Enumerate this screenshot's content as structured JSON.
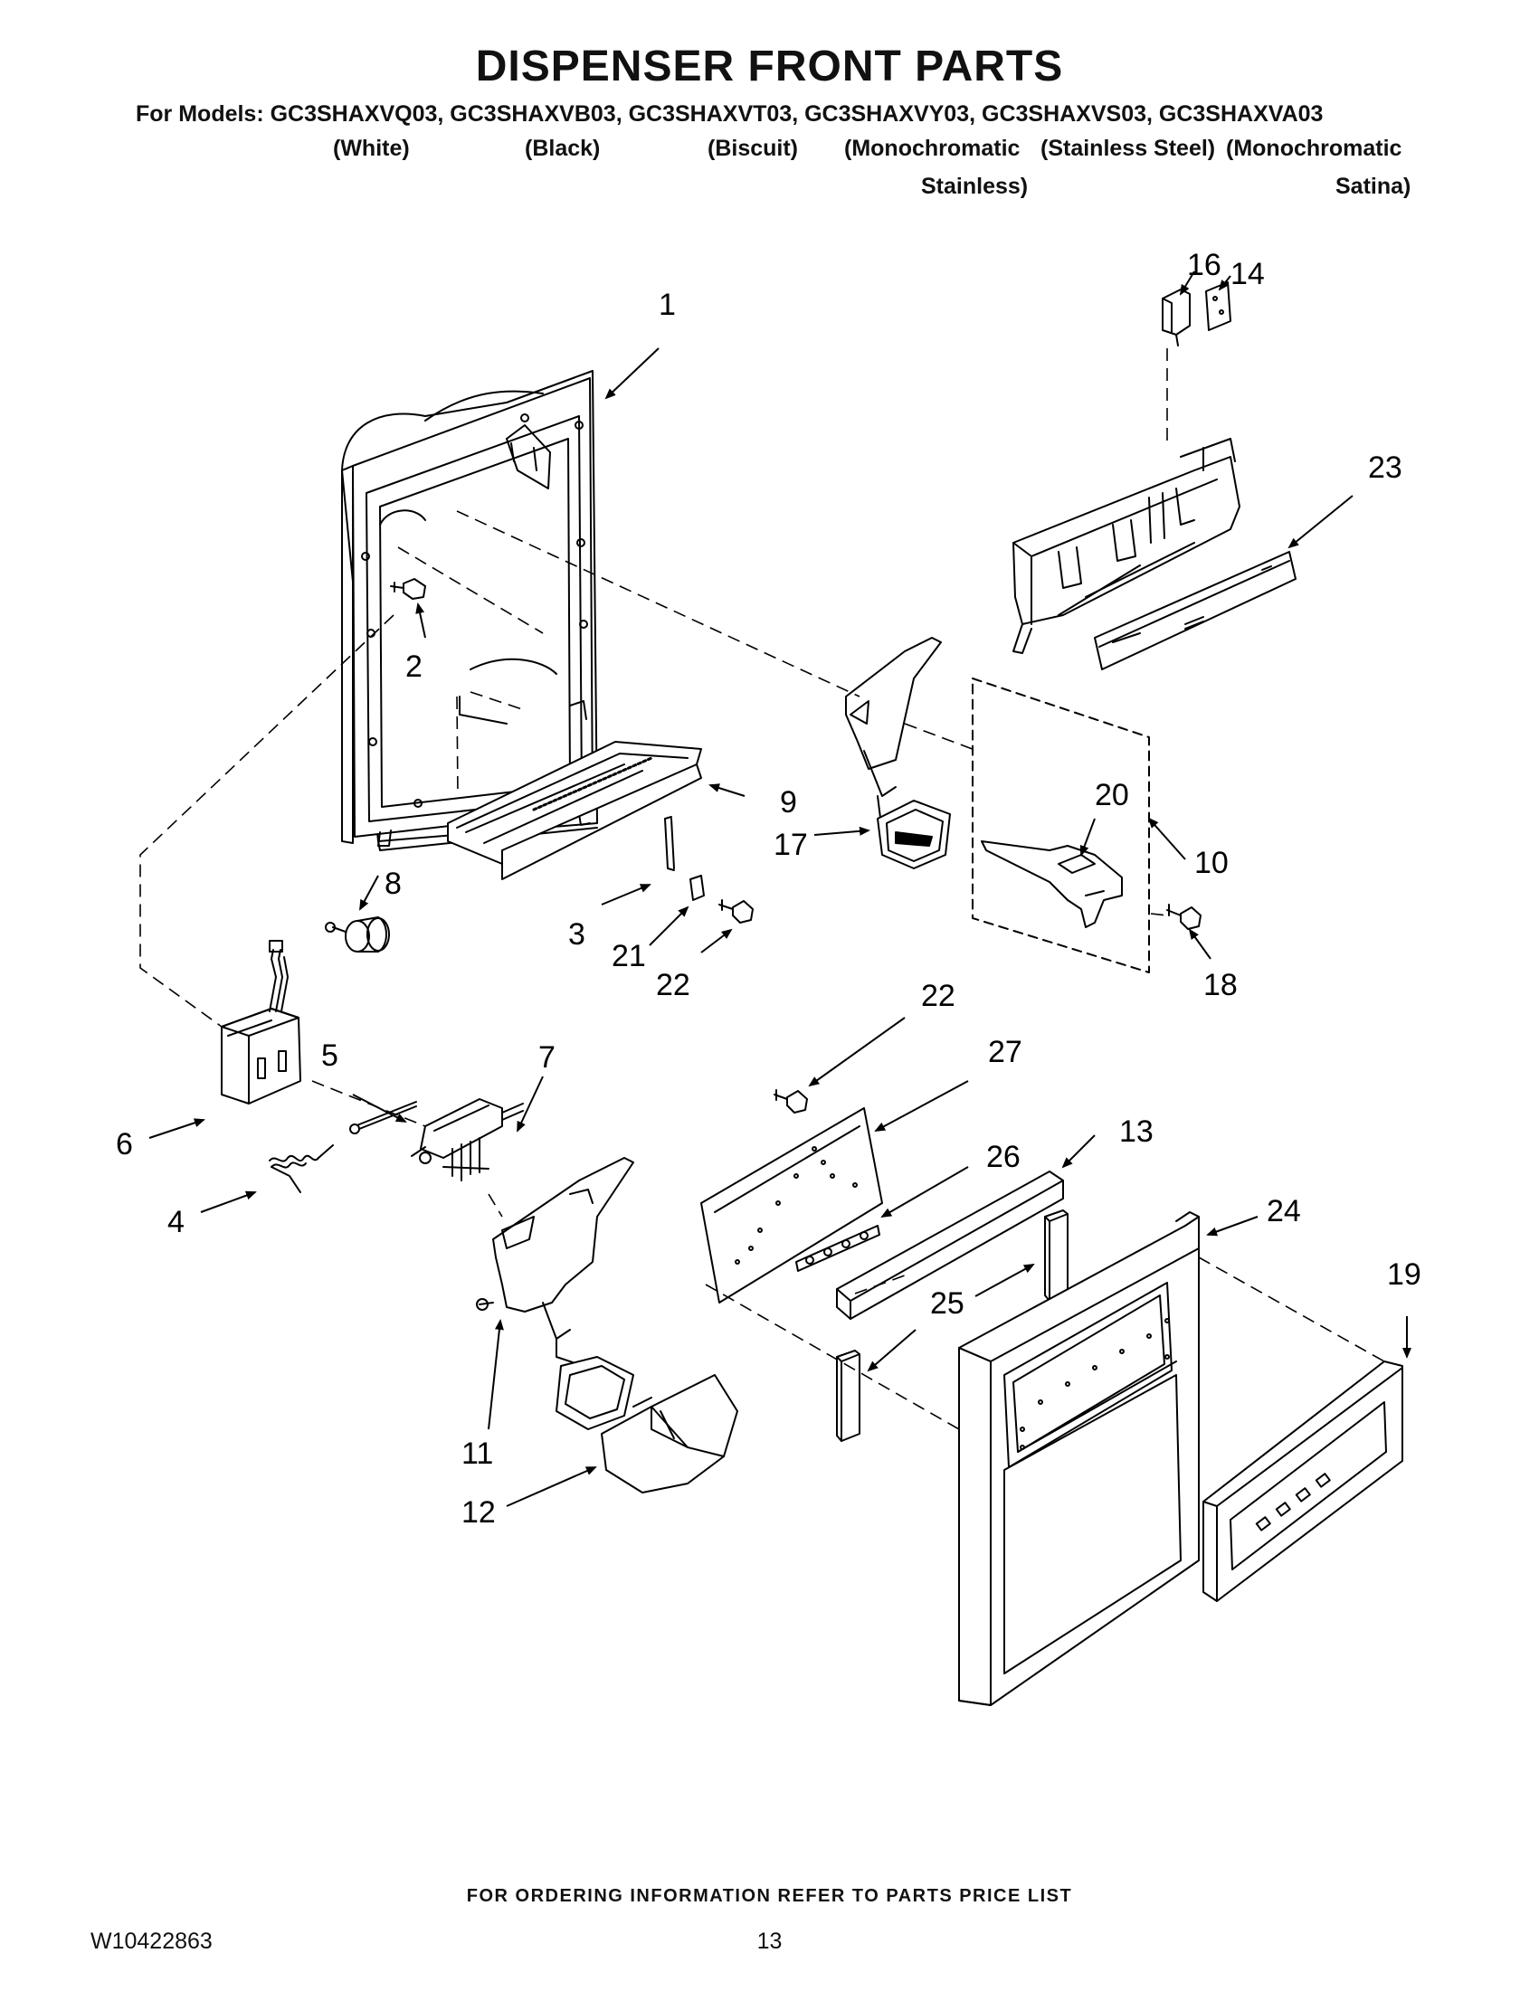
{
  "header": {
    "title": "DISPENSER FRONT PARTS",
    "models_line": "For Models: GC3SHAXVQ03, GC3SHAXVB03, GC3SHAXVT03, GC3SHAXVY03, GC3SHAXVS03, GC3SHAXVA03",
    "colors": {
      "white": "(White)",
      "black": "(Black)",
      "biscuit": "(Biscuit)",
      "mono1": "(Monochromatic",
      "stainless_steel": "(Stainless Steel)",
      "mono2": "(Monochromatic",
      "stainless": "Stainless)",
      "satina": "Satina)"
    }
  },
  "callouts": {
    "c1": "1",
    "c2": "2",
    "c3": "3",
    "c4": "4",
    "c5": "5",
    "c6": "6",
    "c7": "7",
    "c8": "8",
    "c9": "9",
    "c10": "10",
    "c11": "11",
    "c12": "12",
    "c13": "13",
    "c14": "14",
    "c16": "16",
    "c17": "17",
    "c18": "18",
    "c19": "19",
    "c20": "20",
    "c21": "21",
    "c22a": "22",
    "c22b": "22",
    "c23": "23",
    "c24": "24",
    "c25": "25",
    "c26": "26",
    "c27": "27"
  },
  "footer": {
    "ordering_note": "FOR ORDERING INFORMATION REFER TO PARTS PRICE LIST",
    "doc_number": "W10422863",
    "page_number": "13"
  }
}
